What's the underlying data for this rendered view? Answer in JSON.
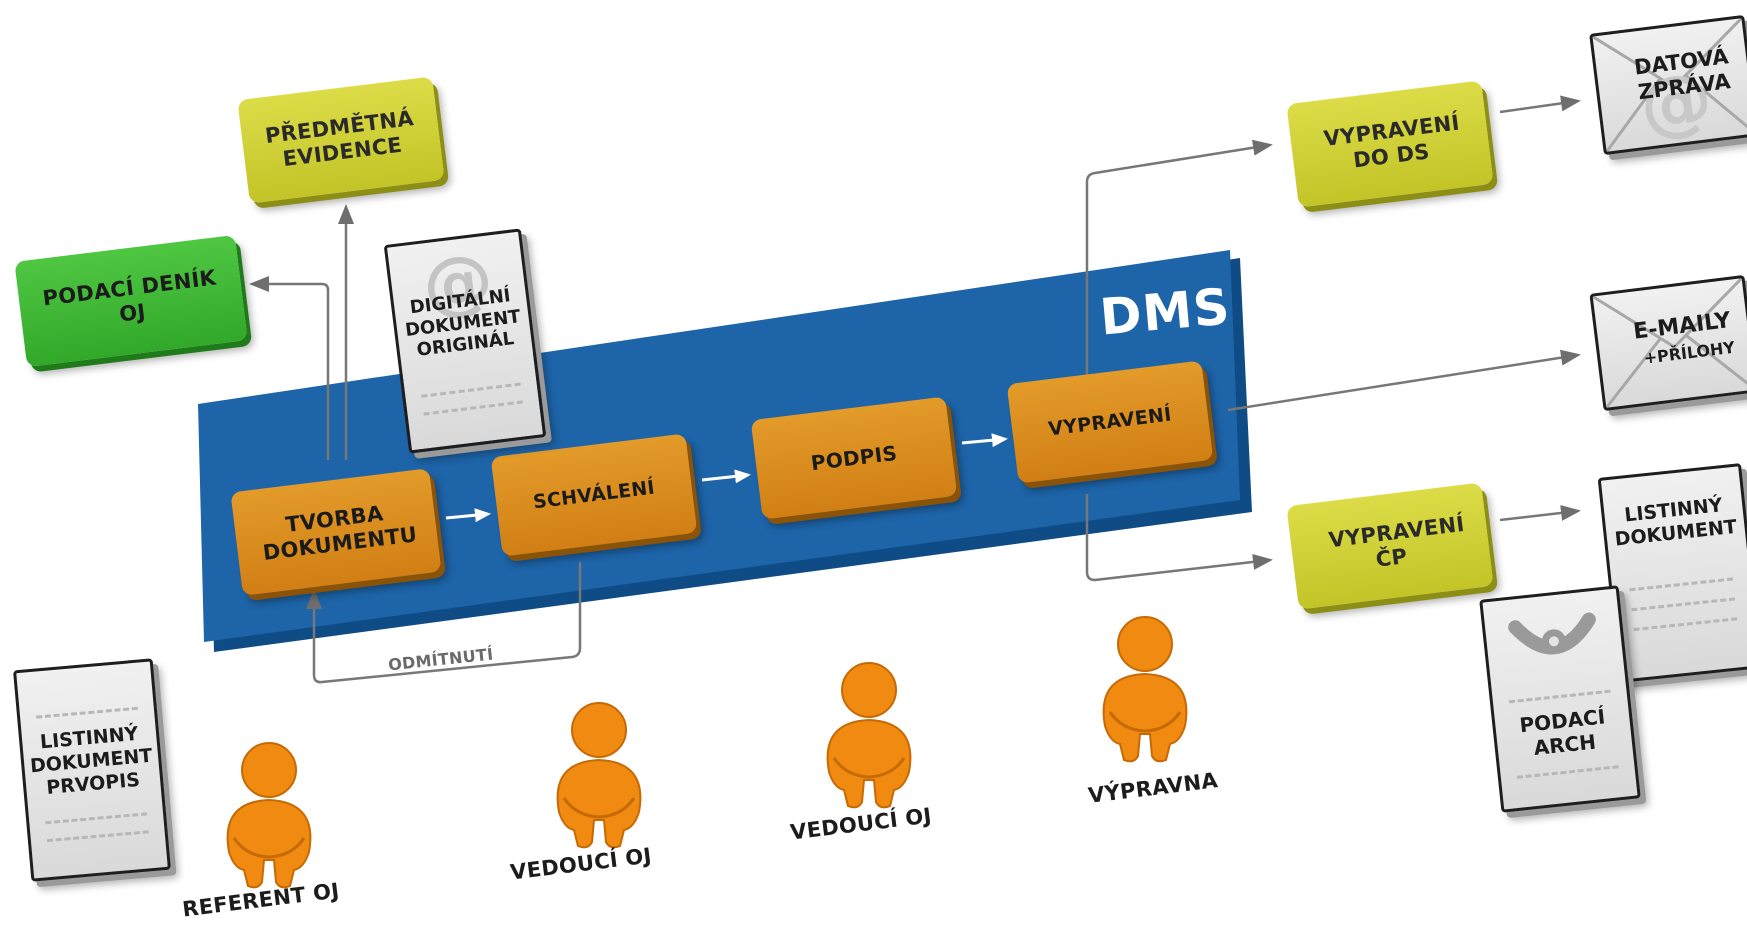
{
  "dms_title": "DMS",
  "process": {
    "tvorba": "TVORBA DOKUMENTU",
    "schvaleni": "SCHVÁLENÍ",
    "podpis": "PODPIS",
    "vypraveni": "VYPRAVENÍ"
  },
  "outputs": {
    "podaci_denik": "PODACÍ DENÍK OJ",
    "predmetna_evidence": "PŘEDMĚTNÁ EVIDENCE",
    "vypraveni_ds": "VYPRAVENÍ DO DS",
    "vypraveni_cp": "VYPRAVENÍ ČP"
  },
  "documents": {
    "digitalni": "DIGITÁLNÍ DOKUMENT ORIGINÁL",
    "listinny_prvopis": "LISTINNÝ DOKUMENT PRVOPIS",
    "datova_zprava": "DATOVÁ ZPRÁVA",
    "emaily": "E-MAILY",
    "prilohy": "+PŘÍLOHY",
    "listinny": "LISTINNÝ DOKUMENT",
    "podaci_arch": "PODACÍ ARCH"
  },
  "rejection_label": "ODMÍTNUTÍ",
  "roles": {
    "referent": "REFERENT OJ",
    "vedouci1": "VEDOUCÍ OJ",
    "vedouci2": "VEDOUCÍ OJ",
    "vypravna": "VÝPRAVNA"
  },
  "icons": {
    "at_sign": "@"
  },
  "colors": {
    "dms_blue": "#1d64a8",
    "process_orange": "#d8861b",
    "output_yellow": "#cdce33",
    "output_green": "#3db834",
    "person_orange": "#f08a10",
    "arrow_gray": "#707070"
  }
}
